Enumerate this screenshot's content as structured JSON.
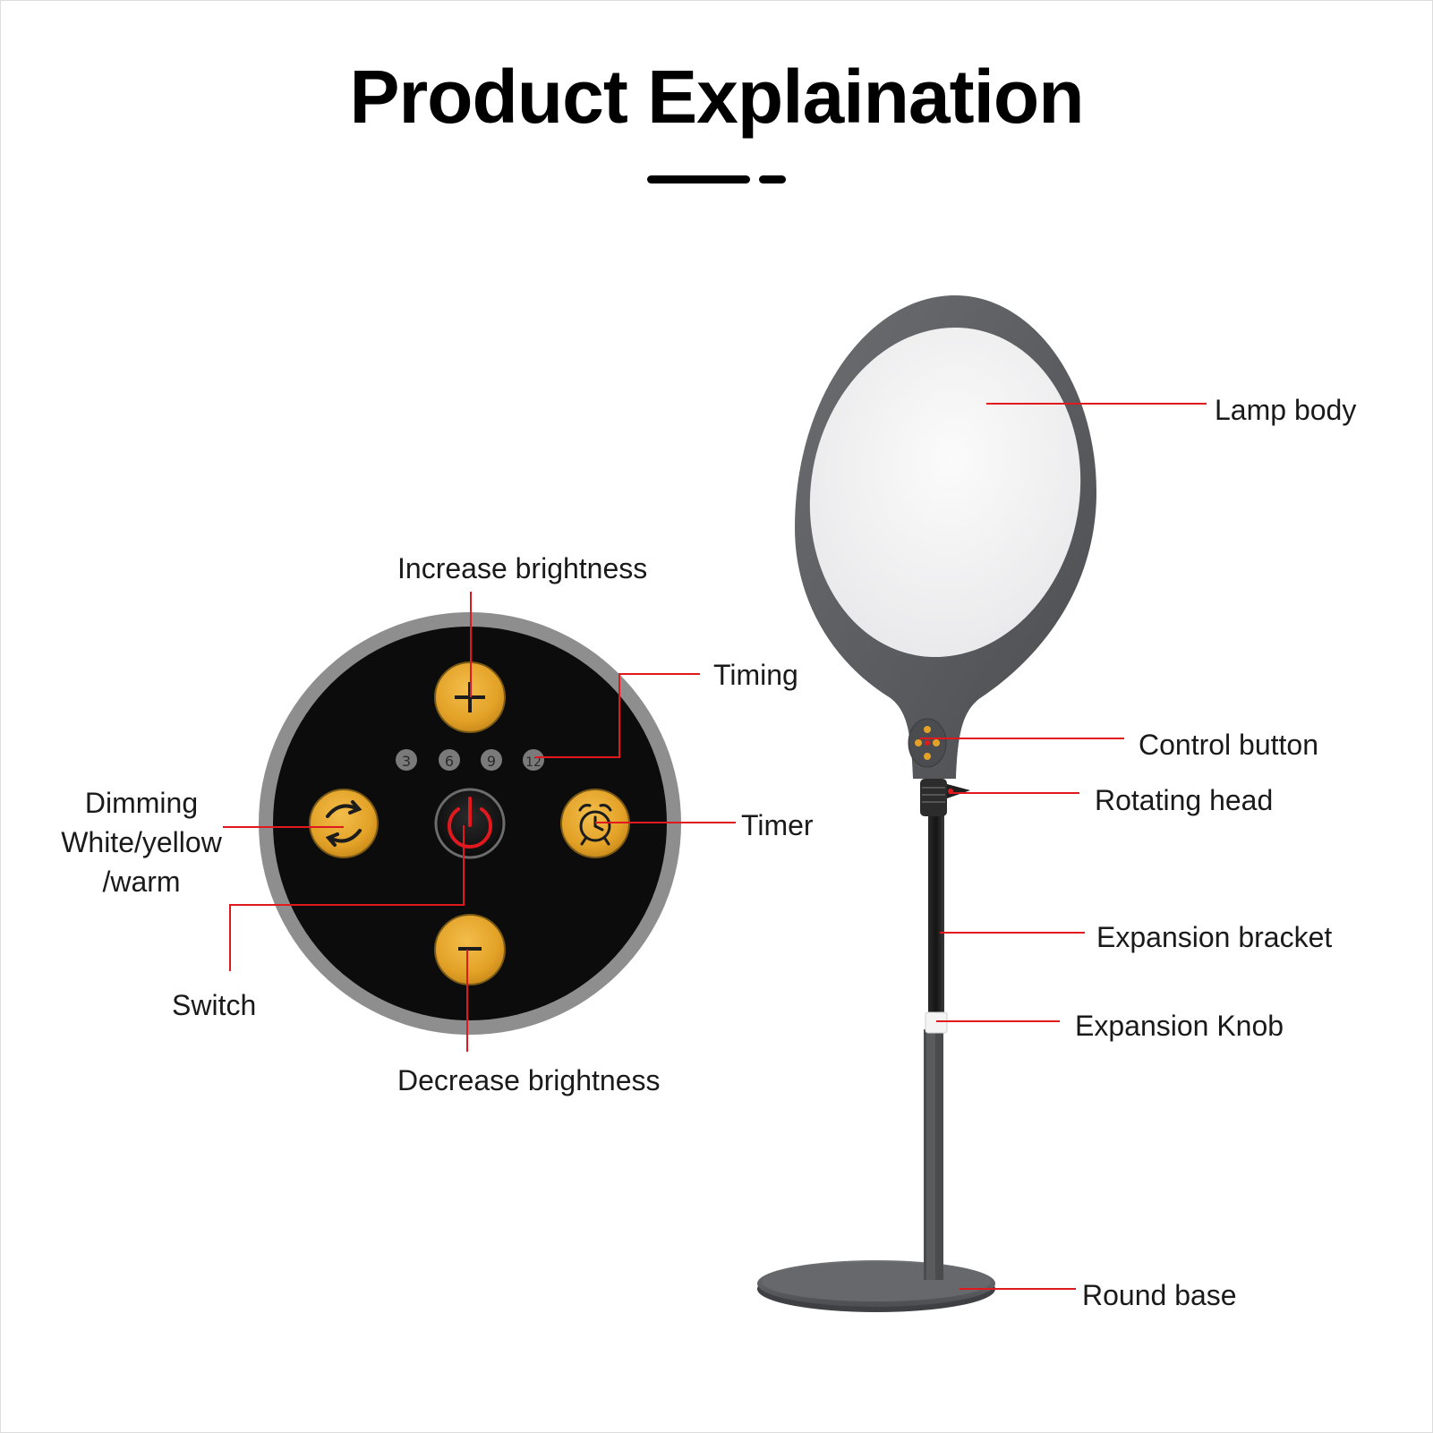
{
  "title": "Product Explaination",
  "colors": {
    "leader_line": "#e0191f",
    "button_gold": "#e3a227",
    "panel_black": "#0c0c0c",
    "panel_rim": "#8e8e8e",
    "lamp_frame": "#5e6063",
    "lamp_face": "#f2f2f2",
    "power_red": "#e0191f"
  },
  "control_panel": {
    "timer_levels": [
      "3",
      "6",
      "9",
      "12"
    ],
    "icons": {
      "increase": "plus-icon",
      "decrease": "minus-icon",
      "dimming": "cycle-arrows-icon",
      "timer": "alarm-clock-icon",
      "switch": "power-icon"
    },
    "labels": {
      "increase": "Increase brightness",
      "timing": "Timing",
      "dimming": [
        "Dimming",
        "White/yellow",
        "/warm"
      ],
      "timer": "Timer",
      "switch": "Switch",
      "decrease": "Decrease brightness"
    }
  },
  "lamp": {
    "labels": {
      "lamp_body": "Lamp body",
      "control_button": "Control button",
      "rotating_head": "Rotating head",
      "expansion_bracket": "Expansion bracket",
      "expansion_knob": "Expansion Knob",
      "round_base": "Round base"
    }
  }
}
